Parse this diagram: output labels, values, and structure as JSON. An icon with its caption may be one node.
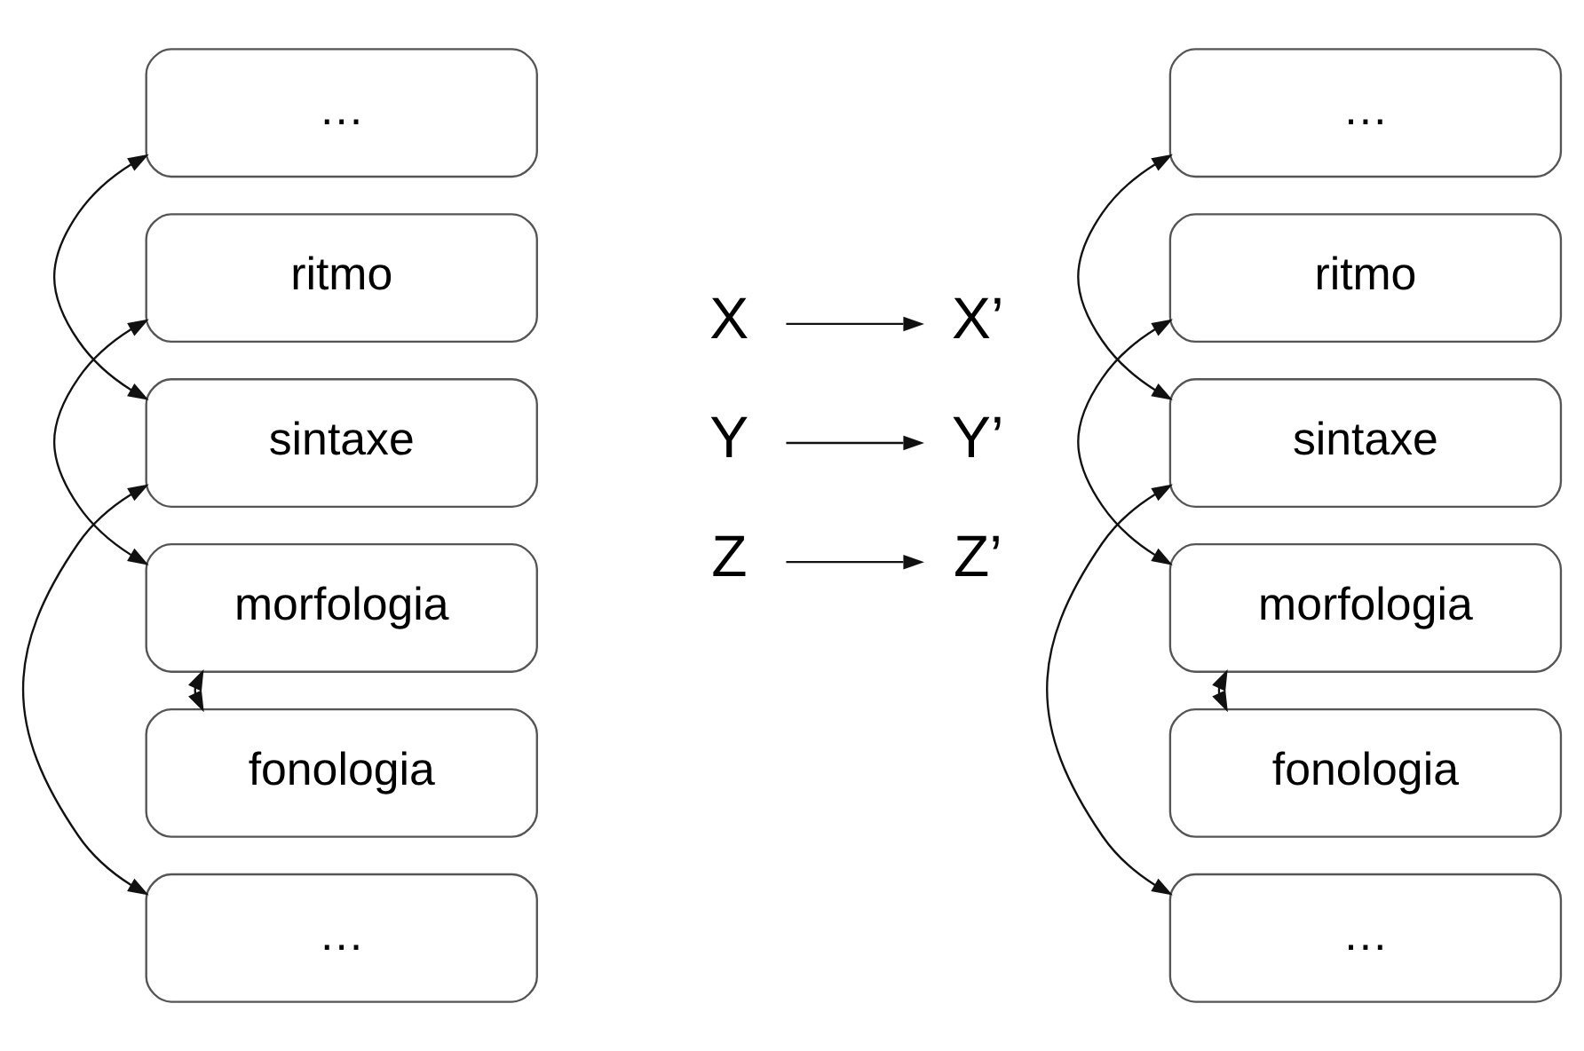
{
  "diagram": {
    "nodes": [
      {
        "text": [
          "…"
        ]
      },
      {
        "text": [
          "ritmo"
        ]
      },
      {
        "text": [
          "sintaxe"
        ]
      },
      {
        "text": [
          "morfologia"
        ]
      },
      {
        "text": [
          "fonologia"
        ]
      },
      {
        "text": [
          "…"
        ]
      },
      {
        "text": [
          "…"
        ]
      },
      {
        "text": [
          "ritmo"
        ]
      },
      {
        "text": [
          "sintaxe"
        ]
      },
      {
        "text": [
          "morfologia"
        ]
      },
      {
        "text": [
          "fonologia"
        ]
      },
      {
        "text": [
          "…"
        ]
      },
      {
        "text": [
          "X"
        ]
      },
      {
        "text": [
          "X’"
        ]
      },
      {
        "text": [
          "Y"
        ]
      },
      {
        "text": [
          "Y’"
        ]
      },
      {
        "text": [
          "Z"
        ]
      },
      {
        "text": [
          "Z’"
        ]
      }
    ],
    "edges": [
      {
        "from": 0,
        "to": 2,
        "arrow": "both"
      },
      {
        "from": 1,
        "to": 3,
        "arrow": "both"
      },
      {
        "from": 2,
        "to": 5,
        "arrow": "both"
      },
      {
        "from": 3,
        "to": 4,
        "arrow": "both"
      },
      {
        "from": 12,
        "to": 13,
        "arrow": "to"
      },
      {
        "from": 14,
        "to": 15,
        "arrow": "to"
      },
      {
        "from": 16,
        "to": 17,
        "arrow": "to"
      },
      {
        "from": 6,
        "to": 8,
        "arrow": "both"
      },
      {
        "from": 7,
        "to": 9,
        "arrow": "both"
      },
      {
        "from": 8,
        "to": 11,
        "arrow": "both"
      },
      {
        "from": 9,
        "to": 10,
        "arrow": "both"
      }
    ]
  }
}
